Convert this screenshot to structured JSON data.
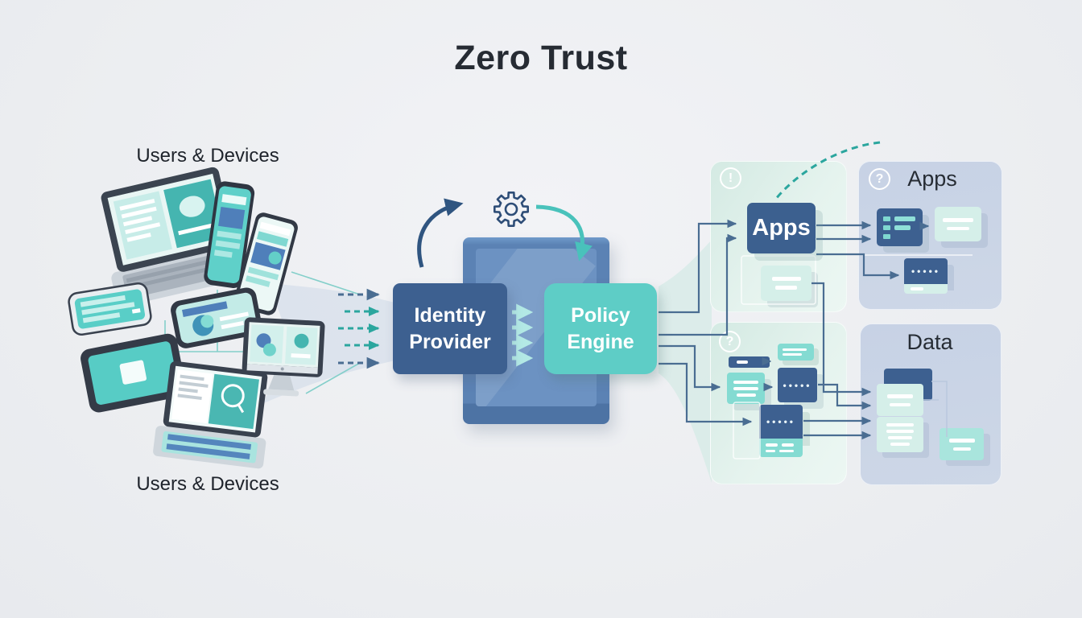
{
  "title": "Zero Trust",
  "users_devices": {
    "top_label": "Users & Devices",
    "bottom_label": "Users & Devices"
  },
  "identity_provider": {
    "label": "Identity Provider"
  },
  "policy_engine": {
    "label": "Policy Engine"
  },
  "apps_node": {
    "label": "Apps"
  },
  "panels": {
    "session_apps": {
      "icon_glyph": "!"
    },
    "apps": {
      "title": "Apps",
      "icon_glyph": "?"
    },
    "session_data": {
      "icon_glyph": "?"
    },
    "data": {
      "title": "Data"
    }
  },
  "decor": {
    "dots": "•••••"
  },
  "colors": {
    "background": "#edeff2",
    "dark_blue_node": "#3d6090",
    "teal_node": "#5ecdc6",
    "panel_mint": "#dcede8",
    "panel_bluegray": "#c8d3e5",
    "slate_connector": "#4a6d92",
    "teal_accent": "#2ba69e",
    "shield_outer": "#5b82b4",
    "shield_inner": "#6c92c2"
  }
}
